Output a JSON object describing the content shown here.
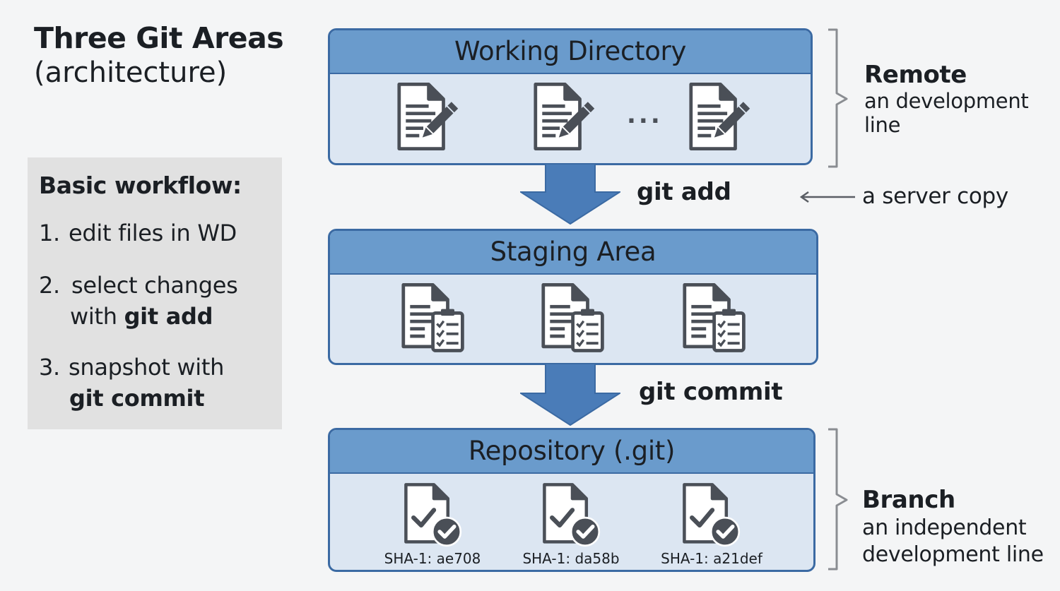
{
  "title": {
    "main": "Three Git Areas",
    "sub": "(architecture)"
  },
  "workflow": {
    "heading": "Basic workflow:",
    "steps": [
      {
        "num": "1.",
        "line1": "edit files in WD"
      },
      {
        "num": "2.",
        "line1": "select changes",
        "line2_prefix": "with ",
        "line2_bold": "git add"
      },
      {
        "num": "3.",
        "line1": "snapshot with",
        "line2_bold": "git commit"
      }
    ]
  },
  "areas": {
    "working": {
      "title": "Working Directory",
      "ellipsis": "..."
    },
    "staging": {
      "title": "Staging Area"
    },
    "repo": {
      "title": "Repository (.git)",
      "shas": [
        "SHA-1: ae708",
        "SHA-1: da58b",
        "SHA-1: a21def"
      ]
    }
  },
  "commands": {
    "add": "git add",
    "commit": "git commit"
  },
  "remote": {
    "title": "Remote",
    "desc_line1": "an development",
    "desc_line2": "line",
    "server_note": "a server copy"
  },
  "branch": {
    "title": "Branch",
    "desc_line1": "an independent",
    "desc_line2": "development line"
  },
  "icons": {
    "edit": "document-edit-icon",
    "staged": "document-checklist-icon",
    "committed": "document-check-icon",
    "arrow": "down-arrow-icon"
  },
  "colors": {
    "header": "#6a9bcc",
    "body": "#dce6f2",
    "border": "#3b6aa3",
    "arrow": "#4a7cb8",
    "icon": "#4a4f57"
  }
}
